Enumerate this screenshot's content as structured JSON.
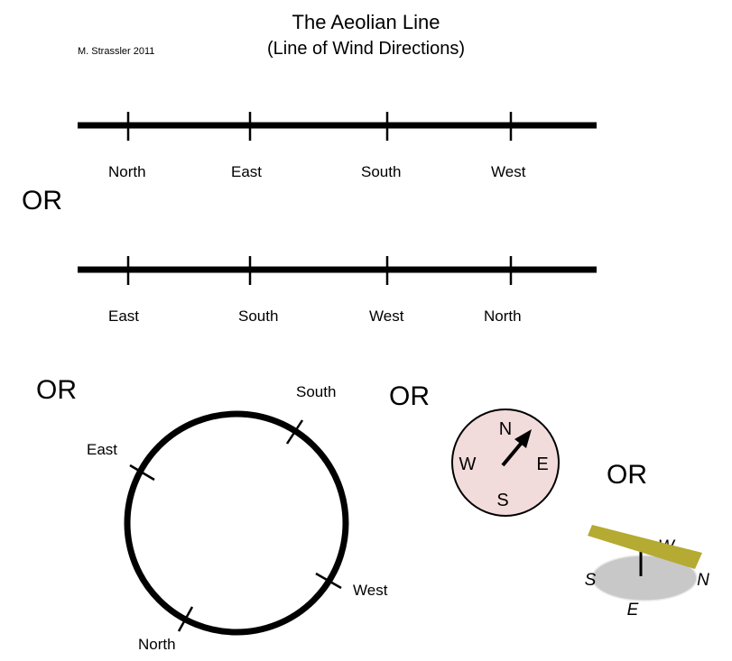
{
  "header": {
    "title": "The Aeolian Line",
    "subtitle": "(Line of Wind Directions)",
    "credit": "M. Strassler 2011"
  },
  "or_labels": [
    "OR",
    "OR",
    "OR",
    "OR"
  ],
  "line1": {
    "labels": [
      "North",
      "East",
      "South",
      "West"
    ]
  },
  "line2": {
    "labels": [
      "East",
      "South",
      "West",
      "North"
    ]
  },
  "circle": {
    "labels": [
      "South",
      "East",
      "West",
      "North"
    ]
  },
  "compass": {
    "labels": {
      "n": "N",
      "e": "E",
      "s": "S",
      "w": "W"
    },
    "face_color": "#f2dcdb"
  },
  "vane": {
    "labels": {
      "w": "W",
      "s": "S",
      "n": "N",
      "e": "E"
    },
    "vane_color": "#b5aa32",
    "base_color": "#c8c8c8"
  }
}
